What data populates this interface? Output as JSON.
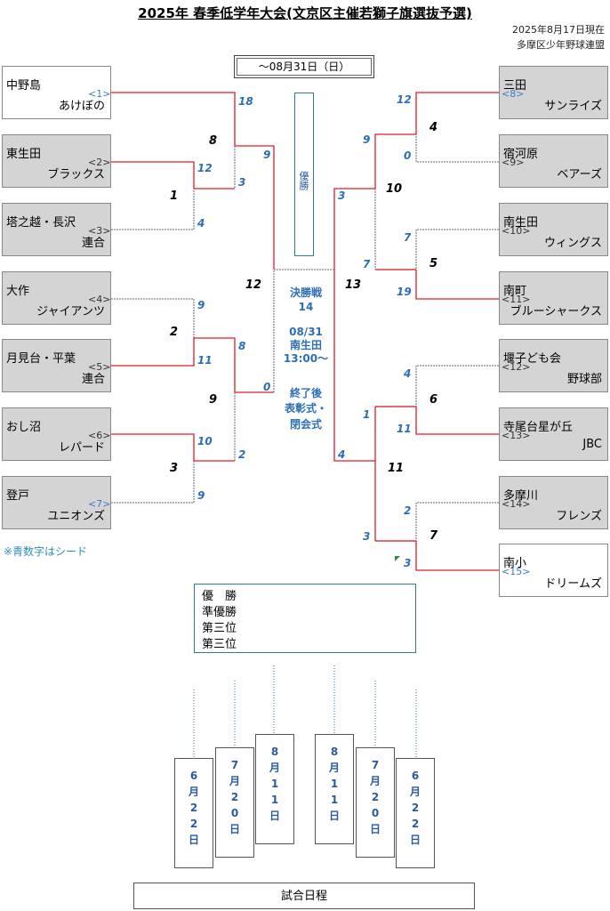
{
  "header": {
    "title": "2025年 春季低学年大会(文京区主催若獅子旗選抜予選)",
    "as_of": "2025年8月17日現在",
    "org": "多摩区少年野球連盟",
    "final_date": "～08月31日（日）"
  },
  "left_teams": [
    {
      "line1": "中野島",
      "line2": "あけぼの",
      "seed": "<1>",
      "seed_blue": true,
      "shade": "white"
    },
    {
      "line1": "東生田",
      "line2": "ブラックス",
      "seed": "<2>",
      "seed_blue": false,
      "shade": "grey"
    },
    {
      "line1": "塔之越・長沢",
      "line2": "連合",
      "seed": "<3>",
      "seed_blue": false,
      "shade": "grey"
    },
    {
      "line1": "大作",
      "line2": "ジャイアンツ",
      "seed": "<4>",
      "seed_blue": false,
      "shade": "grey"
    },
    {
      "line1": "月見台・平葉",
      "line2": "連合",
      "seed": "<5>",
      "seed_blue": false,
      "shade": "grey"
    },
    {
      "line1": "おし沼",
      "line2": "レパード",
      "seed": "<6>",
      "seed_blue": false,
      "shade": "grey"
    },
    {
      "line1": "登戸",
      "line2": "ユニオンズ",
      "seed": "<7>",
      "seed_blue": true,
      "shade": "grey"
    }
  ],
  "right_teams": [
    {
      "line1": "三田",
      "line2": "サンライズ",
      "seed": "<8>",
      "seed_blue": true,
      "shade": "grey"
    },
    {
      "line1": "宿河原",
      "line2": "ベアーズ",
      "seed": "<9>",
      "seed_blue": false,
      "shade": "grey"
    },
    {
      "line1": "南生田",
      "line2": "ウィングス",
      "seed": "<10>",
      "seed_blue": false,
      "shade": "grey"
    },
    {
      "line1": "南町",
      "line2": "ブルーシャークス",
      "seed": "<11>",
      "seed_blue": false,
      "shade": "grey"
    },
    {
      "line1": "堰子ども会",
      "line2": "野球部",
      "seed": "<12>",
      "seed_blue": false,
      "shade": "grey"
    },
    {
      "line1": "寺尾台星が丘",
      "line2": "JBC",
      "seed": "<13>",
      "seed_blue": false,
      "shade": "grey"
    },
    {
      "line1": "多摩川",
      "line2": "フレンズ",
      "seed": "<14>",
      "seed_blue": false,
      "shade": "grey"
    },
    {
      "line1": "南小",
      "line2": "ドリームズ",
      "seed": "<15>",
      "seed_blue": true,
      "shade": "white"
    }
  ],
  "scores": {
    "l_r1_2": "12",
    "l_r1_3": "4",
    "l_r1_4": "9",
    "l_r1_5": "11",
    "l_r1_6": "10",
    "l_r1_7": "9",
    "l_r2_1": "18",
    "l_r2_23": "3",
    "l_r2_45": "8",
    "l_r2_67": "2",
    "l_sf_top": "9",
    "l_sf_bot": "0",
    "r_r1_8": "12",
    "r_r1_9": "0",
    "r_r1_10": "7",
    "r_r1_11": "19",
    "r_r1_12": "4",
    "r_r1_13": "11",
    "r_r1_14": "2",
    "r_r1_15": "3",
    "r_r2_89": "9",
    "r_r2_1011": "7",
    "r_r2_1213": "1",
    "r_r2_1415": "3",
    "r_sf_top": "3",
    "r_sf_bot": "4"
  },
  "game_numbers": {
    "g1": "1",
    "g2": "2",
    "g3": "3",
    "g4": "4",
    "g5": "5",
    "g6": "6",
    "g7": "7",
    "g8": "8",
    "g9": "9",
    "g10": "10",
    "g11": "11",
    "g12": "12",
    "g13": "13"
  },
  "champion_label": "優勝",
  "final": {
    "label": "決勝戦",
    "game": "14",
    "date": "08/31",
    "venue": "南生田",
    "time": "13:00～",
    "after1": "終了後",
    "after2": "表彰式・",
    "after3": "閉会式"
  },
  "results": {
    "first": "優　勝",
    "second": "準優勝",
    "third1": "第三位",
    "third2": "第三位"
  },
  "note": "※青数字はシード",
  "schedule": {
    "label": "試合日程",
    "left": [
      "6月22日",
      "7月20日",
      "8月11日"
    ],
    "right": [
      "8月11日",
      "7月20日",
      "6月22日"
    ]
  }
}
